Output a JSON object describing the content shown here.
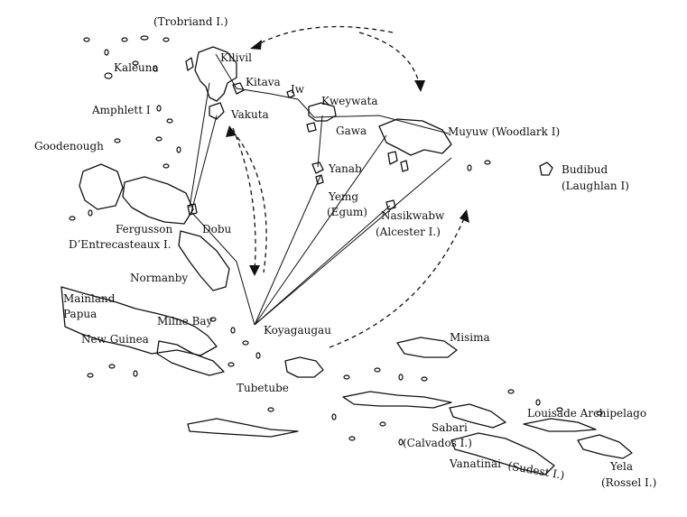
{
  "map": {
    "labels": {
      "trobriand": "(Trobriand I.)",
      "kilivil": "Kilivil",
      "kaleuna": "Kaleuna",
      "kitava": "Kitava",
      "iw": "Iw",
      "kweywata": "Kweywata",
      "amphlett": "Amphlett I",
      "vakuta": "Vakuta",
      "gawa": "Gawa",
      "muyuw": "Muyuw (Woodlark I)",
      "goodenough": "Goodenough",
      "budibud": "Budibud",
      "laughlan": "(Laughlan I)",
      "yanab": "Yanab",
      "yemg": "Yemg",
      "egum": "(Egum)",
      "nasikwabw": "Nasikwabw",
      "alcester": "(Alcester I.)",
      "fergusson": "Fergusson",
      "dentrecasteaux": "D’Entrecasteaux I.",
      "dobu": "Dobu",
      "normanby": "Normanby",
      "mainland": "Mainland",
      "papua": "Papua",
      "milnebay": "Milne Bay",
      "newguinea": "New Guinea",
      "koyagaugau": "Koyagaugau",
      "misima": "Misima",
      "tubetube": "Tubetube",
      "louisade": "Louisade Archipelago",
      "sabari": "Sabari",
      "calvados": "(Calvados I.)",
      "vanatinai": "Vanatinai",
      "sudest": "(Sudest I.)",
      "yela": "Yela",
      "rossel": "(Rossel I.)"
    }
  }
}
